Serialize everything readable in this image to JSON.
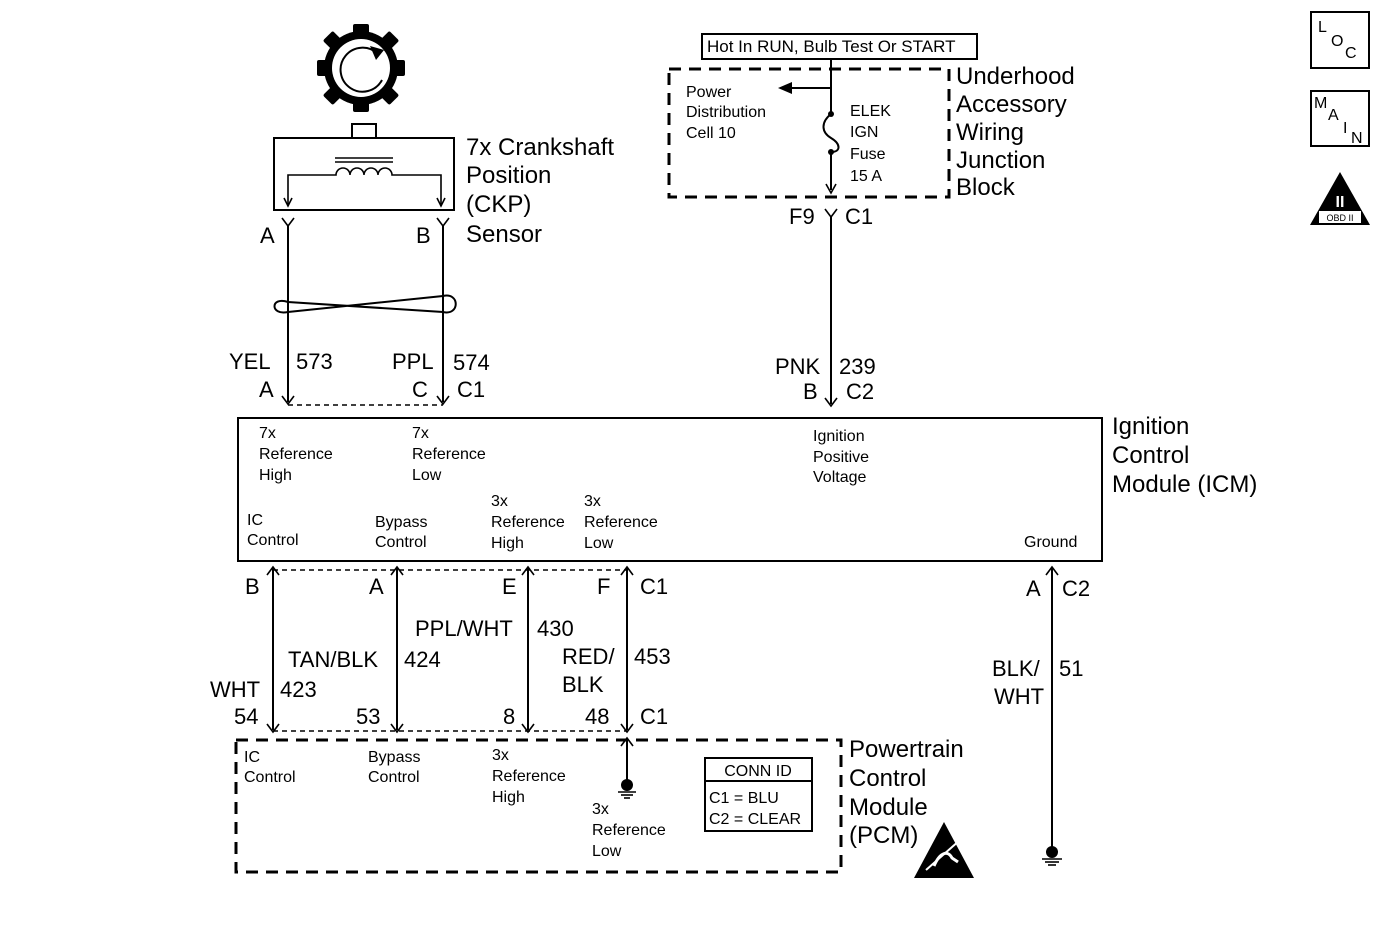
{
  "header": {
    "power_label": "Hot In RUN, Bulb Test Or START"
  },
  "badges": {
    "loc": [
      "L",
      "O",
      "C"
    ],
    "main": [
      "M",
      "A",
      "I",
      "N"
    ],
    "obd": "OBD II",
    "obd_roman": "II"
  },
  "fuse_block": {
    "name": [
      "Underhood",
      "Accessory",
      "Wiring",
      "Junction",
      "Block"
    ],
    "pdc": [
      "Power",
      "Distribution",
      "Cell 10"
    ],
    "fuse": [
      "ELEK",
      "IGN",
      "Fuse",
      "15 A"
    ]
  },
  "ckp": {
    "name": [
      "7x Crankshaft",
      "Position",
      "(CKP)",
      "Sensor"
    ],
    "pin_a": "A",
    "pin_b": "B"
  },
  "wires_top": {
    "w1_color": "YEL",
    "w1_num": "573",
    "w1_pin": "A",
    "w2_color": "PPL",
    "w2_num": "574",
    "w2_pin": "C",
    "w2_conn": "C1",
    "w3_color": "PNK",
    "w3_num": "239",
    "w3_pin": "B",
    "w3_conn": "C2",
    "f_pin": "F9",
    "f_conn": "C1"
  },
  "icm": {
    "name": [
      "Ignition",
      "Control",
      "Module (ICM)"
    ],
    "ref_high": [
      "7x",
      "Reference",
      "High"
    ],
    "ref_low": [
      "7x",
      "Reference",
      "Low"
    ],
    "ign_pos": [
      "Ignition",
      "Positive",
      "Voltage"
    ],
    "ic_control": [
      "IC",
      "Control"
    ],
    "bypass": [
      "Bypass",
      "Control"
    ],
    "ref3_high": [
      "3x",
      "Reference",
      "High"
    ],
    "ref3_low": [
      "3x",
      "Reference",
      "Low"
    ],
    "ground": "Ground"
  },
  "wires_bottom": {
    "pins": [
      "B",
      "A",
      "E",
      "F"
    ],
    "conn1": "C1",
    "gnd_pin": "A",
    "gnd_conn": "C2",
    "wht": "WHT",
    "n423": "423",
    "tanblk": "TAN/BLK",
    "n424": "424",
    "pplwht": "PPL/WHT",
    "n430": "430",
    "redblk": [
      "RED/",
      "BLK"
    ],
    "n453": "453",
    "blkwht": [
      "BLK/",
      "WHT"
    ],
    "n51": "51",
    "pcm_pins": [
      "54",
      "53",
      "8",
      "48"
    ],
    "pcm_conn": "C1"
  },
  "pcm": {
    "name": [
      "Powertrain",
      "Control",
      "Module",
      "(PCM)"
    ],
    "ic_control": [
      "IC",
      "Control"
    ],
    "bypass": [
      "Bypass",
      "Control"
    ],
    "ref3_high": [
      "3x",
      "Reference",
      "High"
    ],
    "ref3_low": [
      "3x",
      "Reference",
      "Low"
    ],
    "conn_title": "CONN ID",
    "conn_c1": "C1 = BLU",
    "conn_c2": "C2 = CLEAR"
  }
}
